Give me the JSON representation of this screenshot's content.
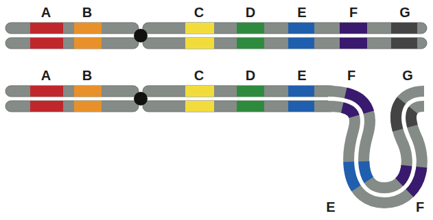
{
  "diagram": {
    "labels": [
      "A",
      "B",
      "C",
      "D",
      "E",
      "F",
      "G",
      "A",
      "B",
      "C",
      "D",
      "E",
      "F",
      "G",
      "E",
      "F"
    ]
  }
}
